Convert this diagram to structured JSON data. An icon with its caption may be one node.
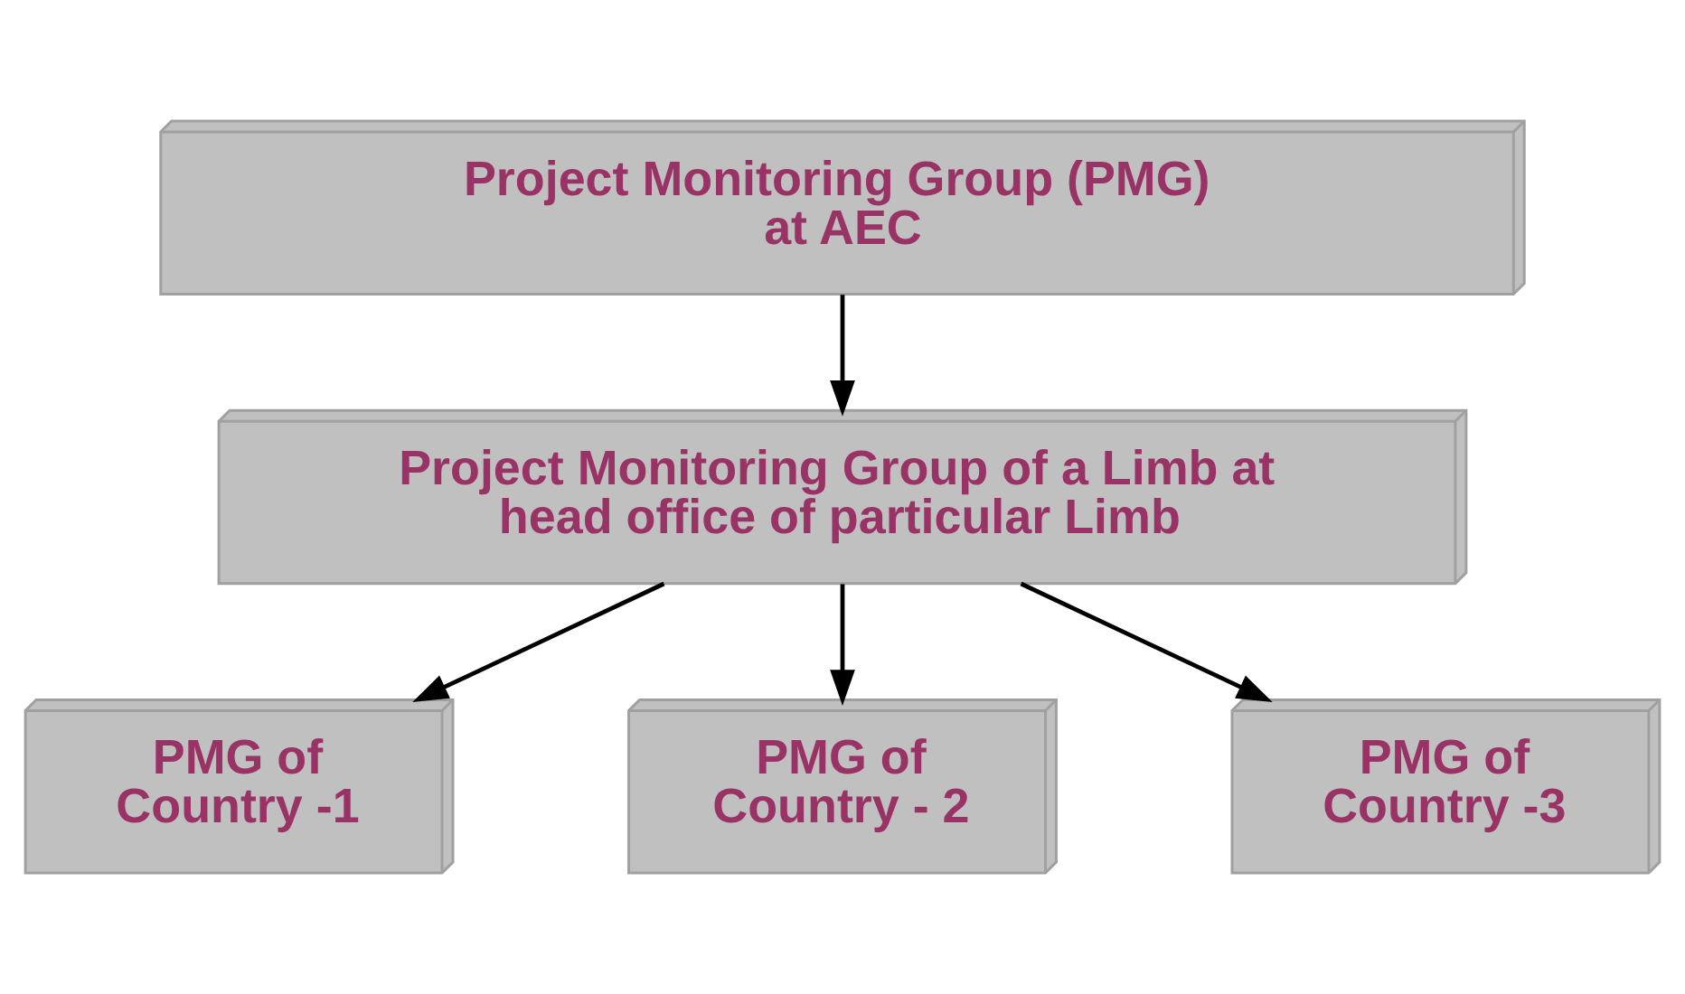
{
  "diagram": {
    "nodes": [
      {
        "text": [
          "Project Monitoring Group (PMG) at AEC"
        ]
      },
      {
        "text": [
          "Project Monitoring Group of a Limb at head office of particular Limb"
        ]
      },
      {
        "text": [
          "PMG of Country -1"
        ]
      },
      {
        "text": [
          "PMG of Country - 2"
        ]
      },
      {
        "text": [
          "PMG of Country -3"
        ]
      }
    ],
    "edges": [
      {
        "from": 0,
        "to": 1,
        "arrow": "to"
      },
      {
        "from": 1,
        "to": 2,
        "arrow": "to"
      },
      {
        "from": 1,
        "to": 3,
        "arrow": "to"
      },
      {
        "from": 1,
        "to": 4,
        "arrow": "to"
      }
    ]
  }
}
